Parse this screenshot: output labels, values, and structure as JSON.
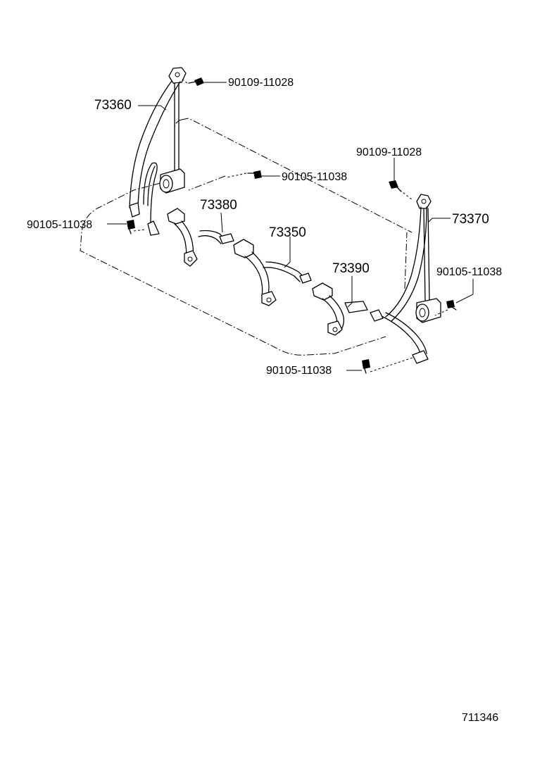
{
  "labels": {
    "belt_left": "73360",
    "belt_right": "73370",
    "buckle_left": "73380",
    "buckle_center": "73350",
    "buckle_right": "73390",
    "bolt_top_left": "90109-11028",
    "bolt_top_right": "90109-11028",
    "bolt_center": "90105-11038",
    "bolt_left": "90105-11038",
    "bolt_right": "90105-11038",
    "bolt_bottom": "90105-11038",
    "figure_code": "711346"
  }
}
